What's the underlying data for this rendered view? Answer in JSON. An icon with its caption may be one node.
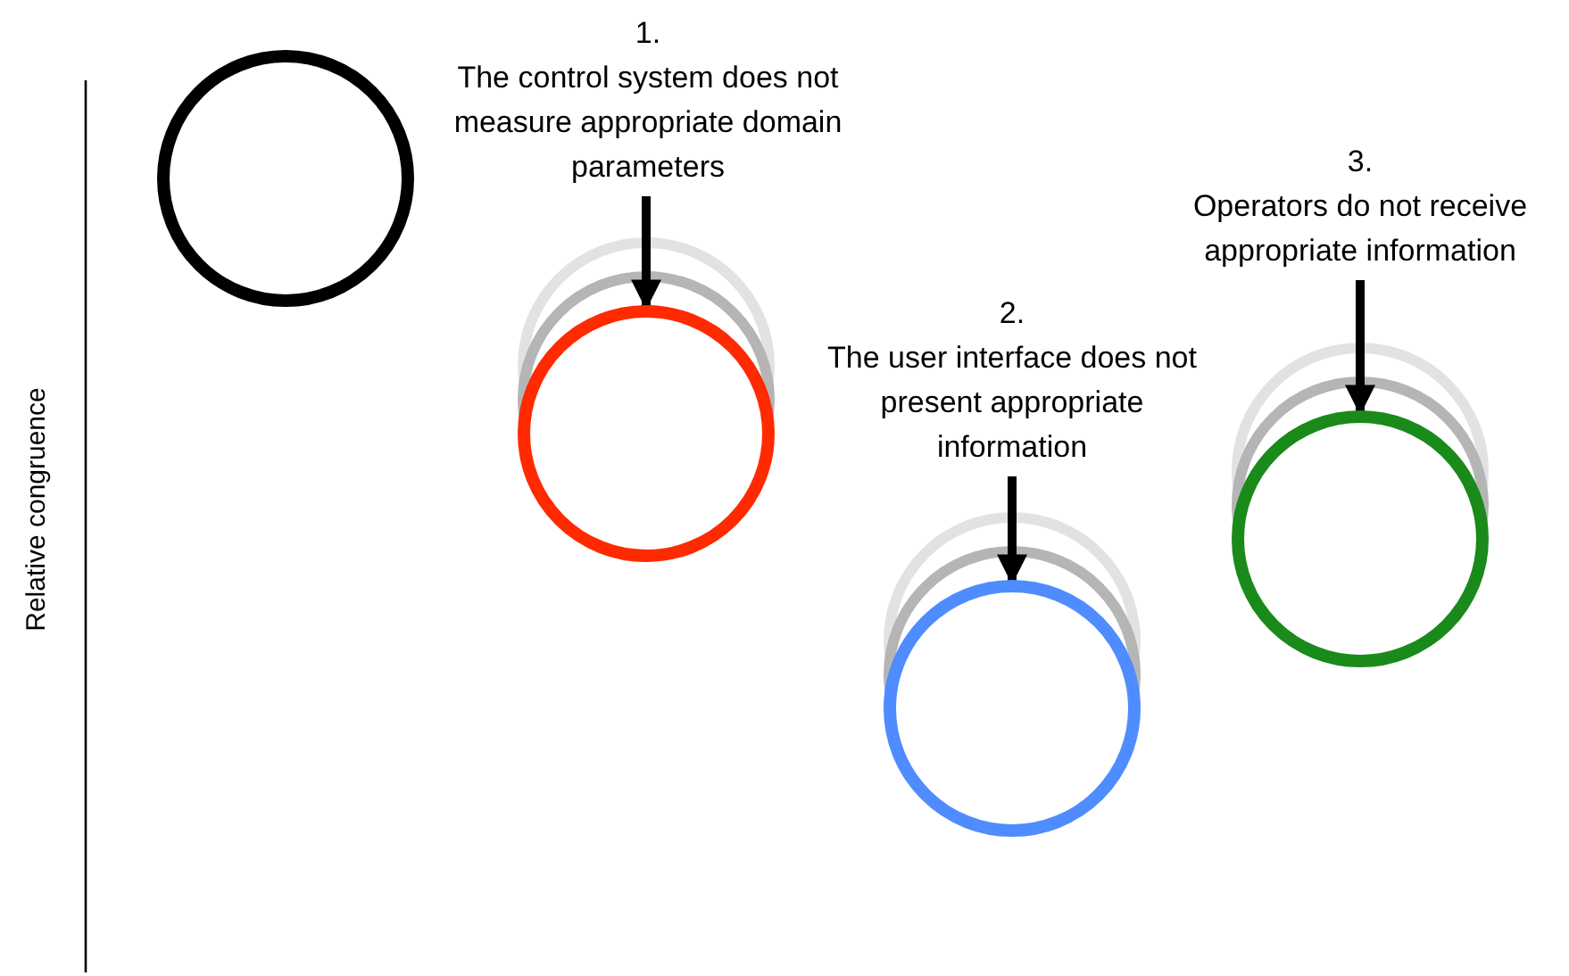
{
  "diagram": {
    "nodes": [
      {
        "text": [],
        "shape": "circle"
      },
      {
        "text": [
          "1.",
          "The control system does not measure appropriate domain parameters"
        ]
      },
      {
        "text": [],
        "shape": "circle"
      },
      {
        "text": [
          "2.",
          "The user interface does not present appropriate information"
        ]
      },
      {
        "text": [],
        "shape": "circle"
      },
      {
        "text": [
          "3.",
          "Operators do not receive appropriate information"
        ]
      },
      {
        "text": [],
        "shape": "circle"
      }
    ],
    "edges": [
      {
        "from": 1,
        "to": 2,
        "arrow": "to"
      },
      {
        "from": 3,
        "to": 4,
        "arrow": "to"
      },
      {
        "from": 5,
        "to": 6,
        "arrow": "to"
      }
    ],
    "labels": [
      "Relative congruence"
    ]
  }
}
